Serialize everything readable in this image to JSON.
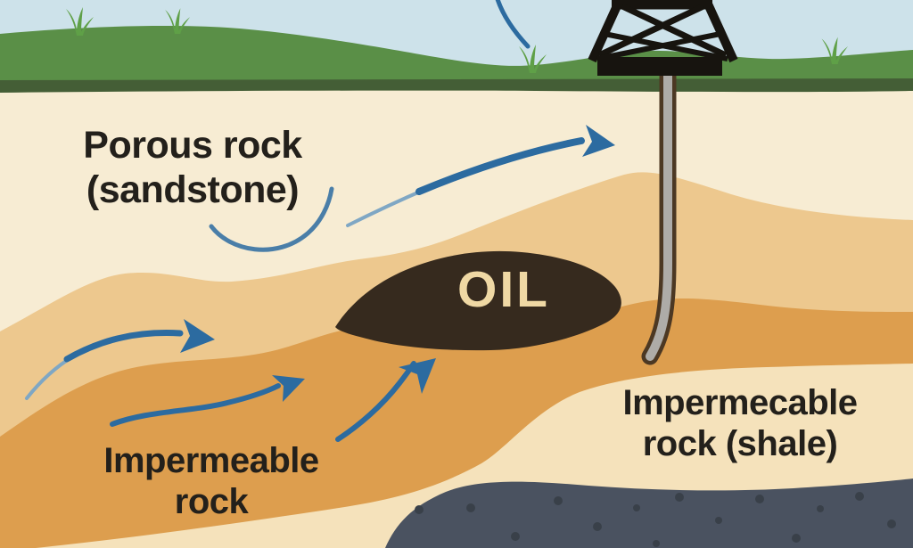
{
  "diagram": {
    "title": "Oil reservoir geology illustration",
    "labels": {
      "porous_line1": "Porous rock",
      "porous_line2": "(sandstone)",
      "impermeable_line1": "Impermeable",
      "impermeable_line2": "rock",
      "shale_line1": "Impermecable",
      "shale_line2": "rock (shale)",
      "oil": "OIL"
    },
    "colors": {
      "sky": "#cde2ea",
      "grass": "#5a8f47",
      "grass_tuft": "#5fa047",
      "topsoil_band": "#445e36",
      "cream_rock": "#f7ecd3",
      "sand_light": "#edc88e",
      "sand_deep": "#dd9e4e",
      "peach_rock": "#f5e2bb",
      "shale_gray": "#4a5260",
      "shale_speckle": "#394049",
      "oil_blob": "#362a1e",
      "oil_text": "#efd8a4",
      "label_text": "#23201b",
      "arrow_blue": "#2c6ba0",
      "arrow_blue_light": "#7fa7c4",
      "derrick_black": "#17140f",
      "pipe_gray": "#aeaca8",
      "pipe_outline": "#4c3823"
    }
  }
}
